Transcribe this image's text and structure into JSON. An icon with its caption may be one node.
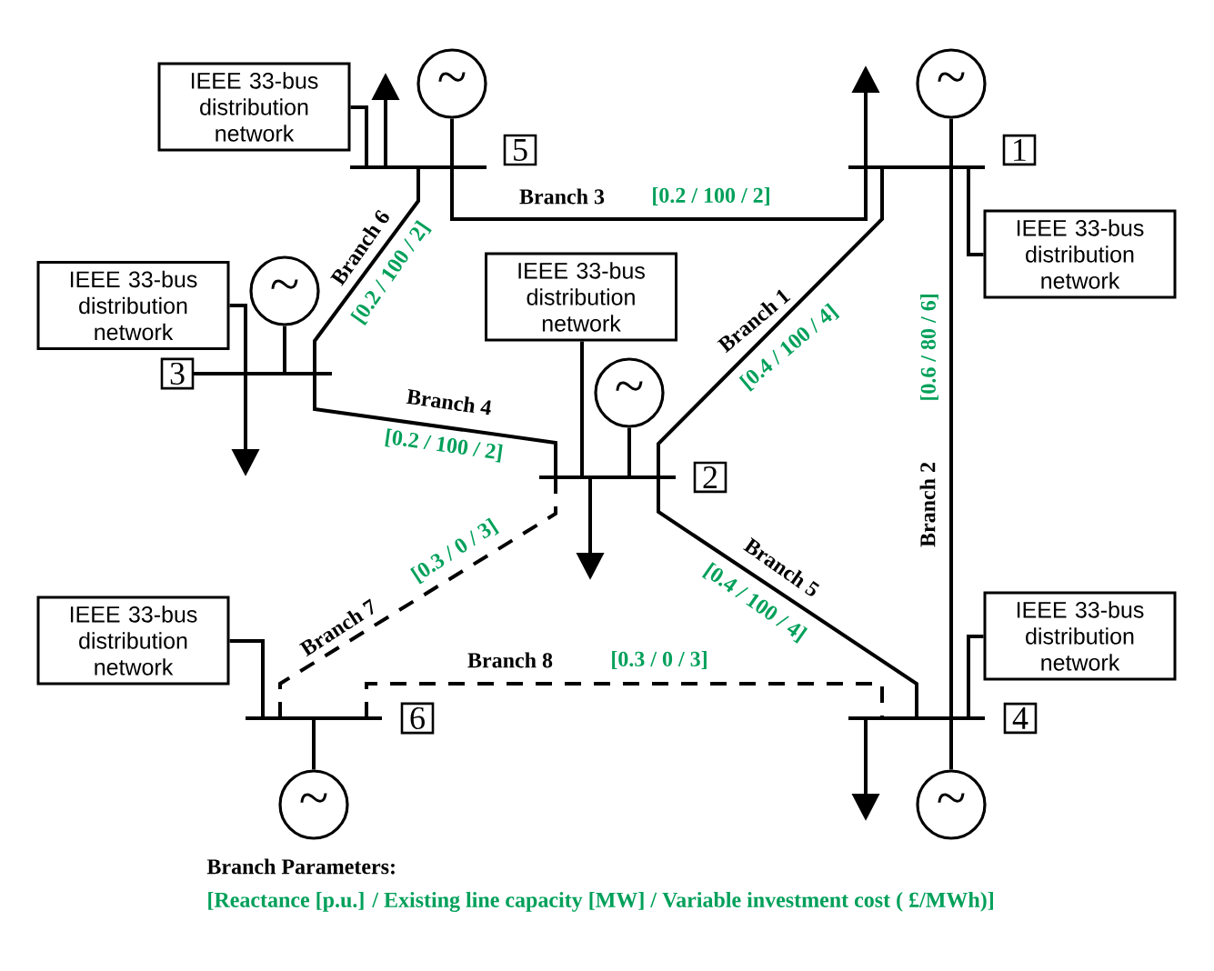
{
  "diagram": {
    "nodes": [
      {
        "text": [
          "IEEE 33-bus distribution network"
        ]
      },
      {
        "text": [
          "~"
        ]
      },
      {
        "text": [
          "5"
        ]
      },
      {
        "text": [
          "~"
        ]
      },
      {
        "text": [
          "1"
        ]
      },
      {
        "text": [
          "IEEE 33-bus distribution network"
        ]
      },
      {
        "text": [
          "IEEE 33-bus distribution network"
        ]
      },
      {
        "text": [
          "~"
        ]
      },
      {
        "text": [
          "IEEE 33-bus distribution network"
        ]
      },
      {
        "text": [
          "3"
        ]
      },
      {
        "text": [
          "~"
        ]
      },
      {
        "text": [
          "2"
        ]
      },
      {
        "text": [
          "IEEE 33-bus distribution network"
        ]
      },
      {
        "text": [
          "IEEE 33-bus distribution network"
        ]
      },
      {
        "text": [
          "6"
        ]
      },
      {
        "text": [
          "4"
        ]
      },
      {
        "text": [
          "~"
        ]
      },
      {
        "text": [
          "~"
        ]
      }
    ],
    "edges": [
      {
        "from": 4,
        "to": 11,
        "arrow": "none",
        "label": "Branch 1"
      },
      {
        "from": 4,
        "to": 15,
        "arrow": "none",
        "label": "Branch 2"
      },
      {
        "from": 2,
        "to": 4,
        "arrow": "none",
        "label": "Branch 3"
      },
      {
        "from": 9,
        "to": 11,
        "arrow": "none",
        "label": "Branch 4"
      },
      {
        "from": 11,
        "to": 15,
        "arrow": "none",
        "label": "Branch 5"
      },
      {
        "from": 2,
        "to": 9,
        "arrow": "none",
        "label": "Branch 6"
      },
      {
        "from": 11,
        "to": 14,
        "arrow": "none",
        "label": "Branch 7",
        "style": "dashed"
      },
      {
        "from": 14,
        "to": 15,
        "arrow": "none",
        "label": "Branch 8",
        "style": "dashed"
      },
      {
        "from": 1,
        "to": 2,
        "arrow": "none"
      },
      {
        "from": 3,
        "to": 4,
        "arrow": "none"
      },
      {
        "from": 7,
        "to": 9,
        "arrow": "none"
      },
      {
        "from": 10,
        "to": 11,
        "arrow": "none"
      },
      {
        "from": 16,
        "to": 14,
        "arrow": "none"
      },
      {
        "from": 17,
        "to": 15,
        "arrow": "none"
      },
      {
        "from": 0,
        "to": 2,
        "arrow": "none"
      },
      {
        "from": 5,
        "to": 4,
        "arrow": "none"
      },
      {
        "from": 6,
        "to": 9,
        "arrow": "none"
      },
      {
        "from": 8,
        "to": 11,
        "arrow": "none"
      },
      {
        "from": 12,
        "to": 14,
        "arrow": "none"
      },
      {
        "from": 13,
        "to": 15,
        "arrow": "none"
      },
      {
        "from": 2,
        "to": null,
        "arrow": "to"
      },
      {
        "from": 4,
        "to": null,
        "arrow": "to"
      },
      {
        "from": 9,
        "to": null,
        "arrow": "to"
      },
      {
        "from": 11,
        "to": null,
        "arrow": "to"
      },
      {
        "from": 15,
        "to": null,
        "arrow": "to"
      }
    ],
    "labels": [
      "[0.4 / 100 / 4]",
      "[0.6 / 80 / 6]",
      "[0.2 / 100 / 2]",
      "[0.2 / 100 / 2]",
      "[0.4 / 100 / 4]",
      "[0.2 / 100 / 2]",
      "[0.3 / 0 / 3]",
      "[0.3 / 0 / 3]",
      "Branch Parameters:",
      "[Reactance [p.u.] / Existing line capacity [MW] / Variable investment cost ( £/MWh)]"
    ]
  }
}
